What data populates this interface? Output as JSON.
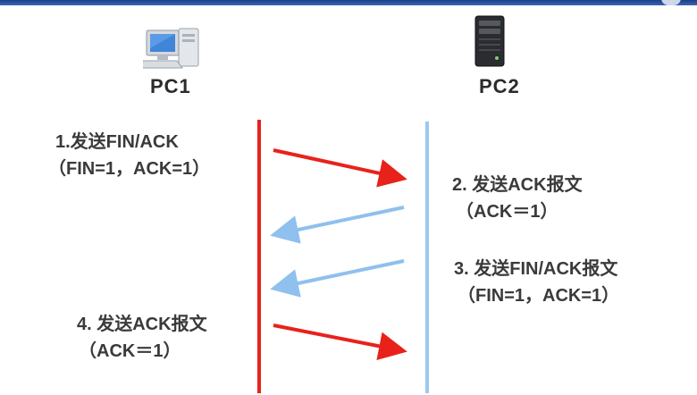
{
  "hosts": {
    "left": {
      "label": "PC1",
      "icon": "desktop-computer-icon"
    },
    "right": {
      "label": "PC2",
      "icon": "server-tower-icon"
    }
  },
  "steps": [
    {
      "line1": "1.发送FIN/ACK",
      "line2": "（FIN=1，ACK=1）",
      "direction": "PC1→PC2",
      "arrow_color": "#e8221b"
    },
    {
      "line1": "2. 发送ACK报文",
      "line2": "（ACK＝1）",
      "direction": "PC2→PC1",
      "arrow_color": "#8fc0ee"
    },
    {
      "line1": "3. 发送FIN/ACK报文",
      "line2": "（FIN=1，ACK=1）",
      "direction": "PC2→PC1",
      "arrow_color": "#8fc0ee"
    },
    {
      "line1": "4. 发送ACK报文",
      "line2": "（ACK＝1）",
      "direction": "PC1→PC2",
      "arrow_color": "#e8221b"
    }
  ],
  "colors": {
    "pc1_timeline": "#e8221b",
    "pc2_timeline": "#9cc8f0"
  }
}
